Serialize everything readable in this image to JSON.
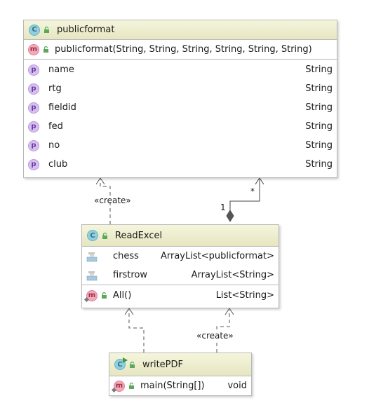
{
  "classes": {
    "publicformat": {
      "name": "publicformat",
      "constructor": "publicformat(String, String, String, String, String, String)",
      "fields": [
        {
          "name": "name",
          "type": "String"
        },
        {
          "name": "rtg",
          "type": "String"
        },
        {
          "name": "fieldid",
          "type": "String"
        },
        {
          "name": "fed",
          "type": "String"
        },
        {
          "name": "no",
          "type": "String"
        },
        {
          "name": "club",
          "type": "String"
        }
      ]
    },
    "readexcel": {
      "name": "ReadExcel",
      "fields": [
        {
          "name": "chess",
          "type": "ArrayList<publicformat>"
        },
        {
          "name": "firstrow",
          "type": "ArrayList<String>"
        }
      ],
      "methods": [
        {
          "name": "All()",
          "type": "List<String>"
        }
      ]
    },
    "writepdf": {
      "name": "writePDF",
      "methods": [
        {
          "name": "main(String[])",
          "type": "void"
        }
      ]
    }
  },
  "relations": {
    "create_label_1": "«create»",
    "create_label_2": "«create»",
    "multiplicity_one": "1",
    "multiplicity_many": "*"
  },
  "icons": {
    "class_badge": "C",
    "method_badge": "m",
    "field_badge": "p"
  },
  "colors": {
    "header_bg": "#eeeecf",
    "border": "#b9b9b9",
    "class_icon": "#8fd0e0",
    "method_icon": "#f4a9b9",
    "field_icon": "#d7bff0",
    "lock_green": "#5aa85a"
  }
}
